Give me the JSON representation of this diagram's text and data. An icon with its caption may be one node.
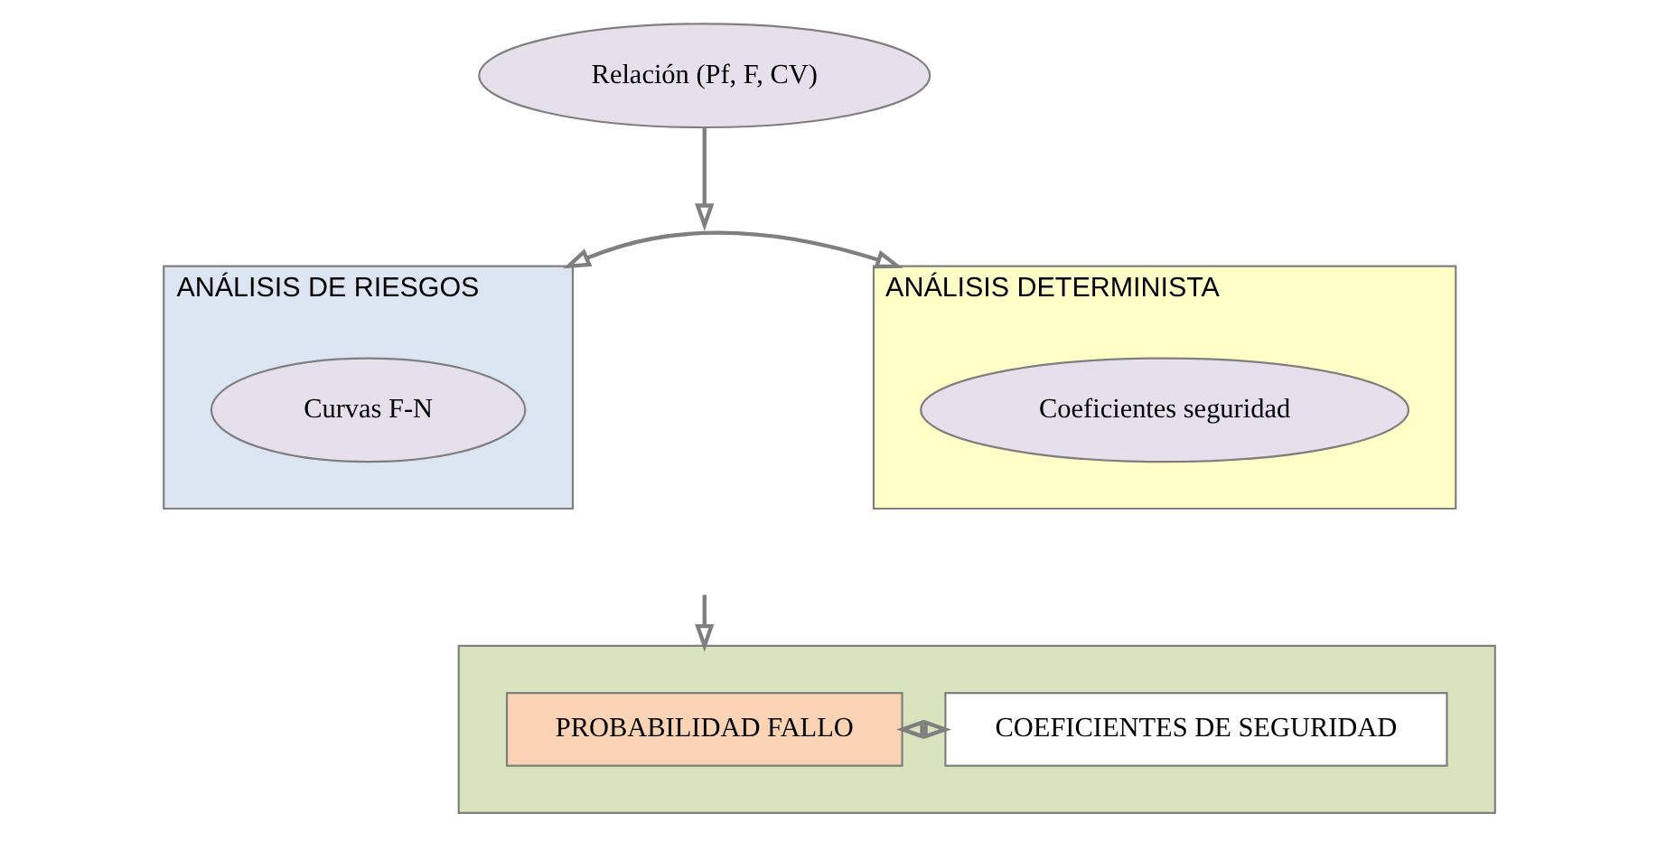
{
  "diagram": {
    "nodes": [
      {
        "text": [
          "Relación (Pf, F, CV)"
        ]
      },
      {
        "text": [
          "ANÁLISIS DE RIESGOS"
        ]
      },
      {
        "text": [
          "Curvas F-N"
        ],
        "in": 1
      },
      {
        "text": [
          "ANÁLISIS DETERMINISTA"
        ]
      },
      {
        "text": [
          "Coeficientes seguridad"
        ],
        "in": 3
      },
      {
        "text": [],
        "shape": "box"
      },
      {
        "text": [
          "PROBABILIDAD FALLO"
        ],
        "in": 5
      },
      {
        "text": [
          "COEFICIENTES DE SEGURIDAD"
        ],
        "in": 5
      }
    ],
    "edges": [
      {
        "from": 0,
        "to": null,
        "arrow": "to"
      },
      {
        "from": 1,
        "to": 3,
        "arrow": "both"
      },
      {
        "from": null,
        "to": 5,
        "arrow": "to"
      },
      {
        "from": 6,
        "to": 7,
        "arrow": "both"
      }
    ]
  }
}
